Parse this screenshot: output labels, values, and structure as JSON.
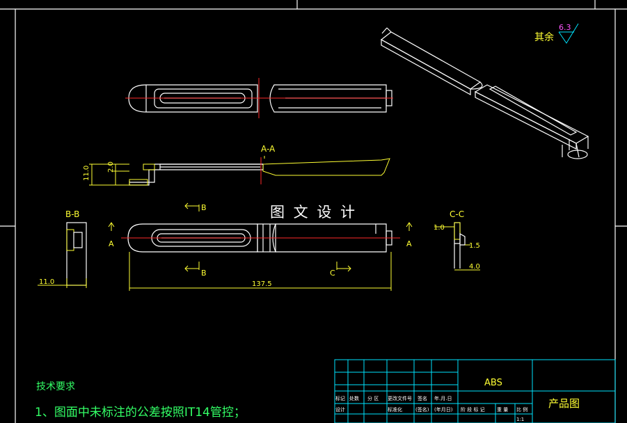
{
  "watermark": "图 文 设 计",
  "roughness": {
    "label": "其余",
    "value": "6.3"
  },
  "section_labels": {
    "aa": "A-A",
    "bb": "B-B",
    "cc": "C-C"
  },
  "cut_markers": {
    "a": "A",
    "b": "B",
    "c": "C"
  },
  "dimensions": {
    "height_11": "11.0",
    "height_2": "2.0",
    "bb_width": "11.0",
    "length": "137.5",
    "cc_1": "1.0",
    "cc_15": "1.5",
    "cc_4": "4.0"
  },
  "notes": {
    "title": "技术要求",
    "line1": "1、图面中未标注的公差按照IT14管控；"
  },
  "title_block": {
    "material": "ABS",
    "drawing_type": "产品图",
    "row1": [
      "标记",
      "处数",
      "分 区",
      "更改文件号",
      "签名",
      "年.月.日"
    ],
    "row2": [
      "设计",
      "",
      "",
      "标准化",
      "(签名)",
      "(年月日)",
      "阶 段 标 记",
      "重 量",
      "比 例"
    ],
    "scale": "1:1"
  }
}
